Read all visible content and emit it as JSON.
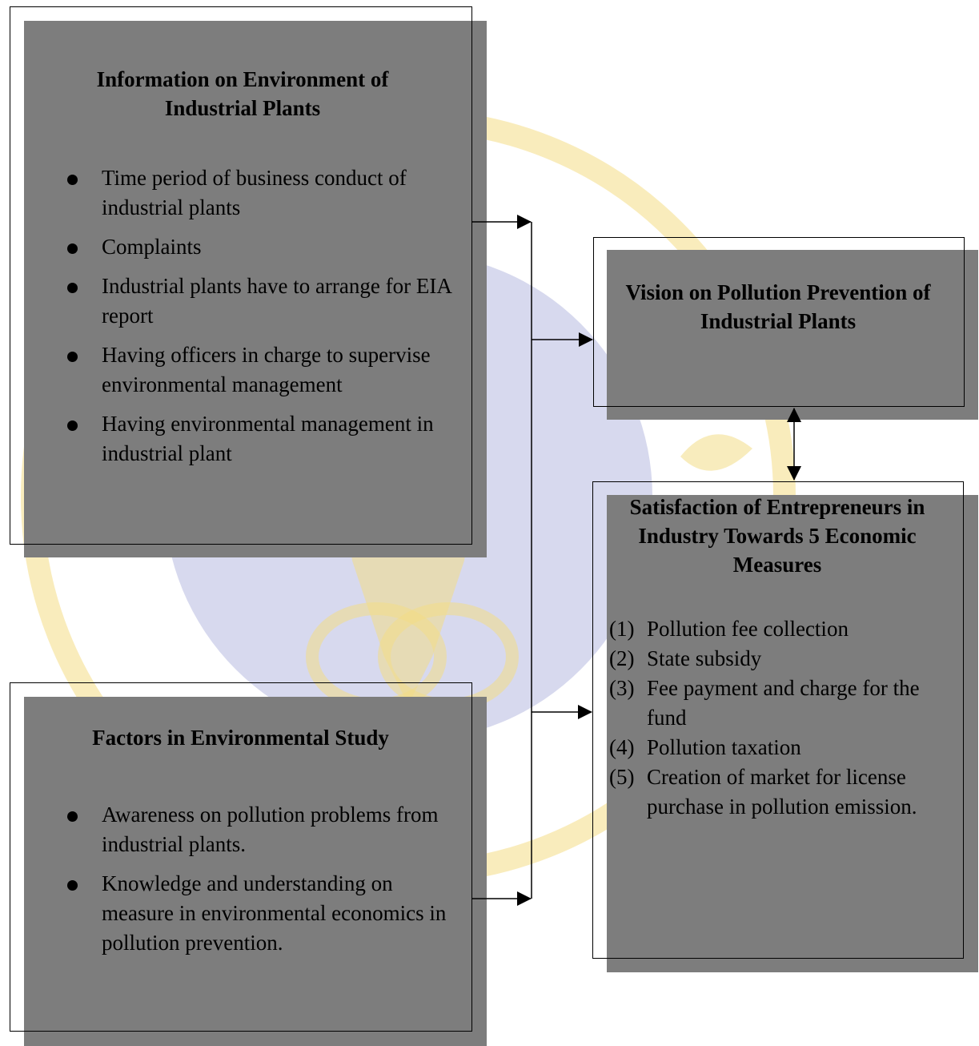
{
  "box_info": {
    "title": "Information on Environment of Industrial Plants",
    "items": [
      "Time period of business conduct of industrial plants",
      "Complaints",
      "Industrial plants have to arrange for EIA report",
      "Having officers in charge to supervise environmental management",
      "Having environmental management in industrial plant"
    ]
  },
  "box_factors": {
    "title": "Factors in Environmental Study",
    "items": [
      "Awareness on pollution problems from industrial plants.",
      "Knowledge and understanding on measure in environmental economics in pollution prevention."
    ]
  },
  "box_vision": {
    "title": "Vision on Pollution Prevention of Industrial Plants"
  },
  "box_satisfaction": {
    "title": "Satisfaction of Entrepreneurs in Industry Towards 5 Economic Measures",
    "items": [
      {
        "num": "(1)",
        "text": "Pollution fee collection"
      },
      {
        "num": "(2)",
        "text": "State subsidy"
      },
      {
        "num": "(3)",
        "text": "Fee payment and charge for the fund"
      },
      {
        "num": "(4)",
        "text": "Pollution taxation"
      },
      {
        "num": "(5)",
        "text": "Creation of market for license purchase in pollution emission."
      }
    ]
  },
  "colors": {
    "watermark_gold": "#f7e08c",
    "watermark_blue": "#c9cce6",
    "shadow": "#7d7d7d"
  }
}
